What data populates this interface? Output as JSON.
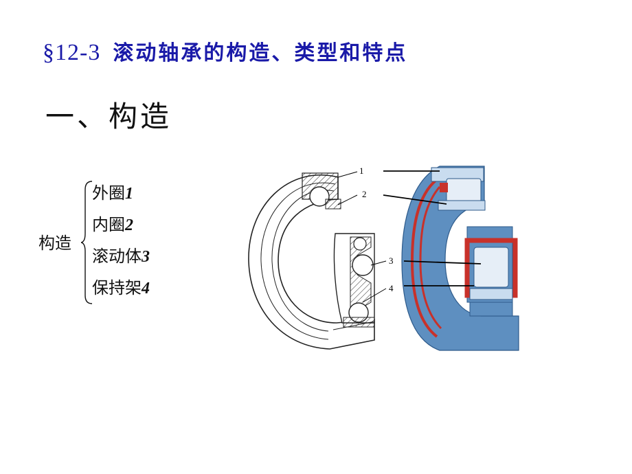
{
  "title": {
    "section": "§12-3",
    "text": "滚动轴承的构造、类型和特点"
  },
  "heading": "一、构造",
  "structure": {
    "label": "构造",
    "items": [
      {
        "text": "外圈",
        "num": "1"
      },
      {
        "text": "内圈",
        "num": "2"
      },
      {
        "text": "滚动体",
        "num": "3"
      },
      {
        "text": "保持架",
        "num": "4"
      }
    ]
  },
  "figure": {
    "callouts": [
      "1",
      "2",
      "3",
      "4"
    ]
  },
  "colors": {
    "title": "#1a1aa8",
    "bearing_blue": "#5e8fc0",
    "bearing_light": "#c9dcef",
    "cage_red": "#c8312a"
  }
}
